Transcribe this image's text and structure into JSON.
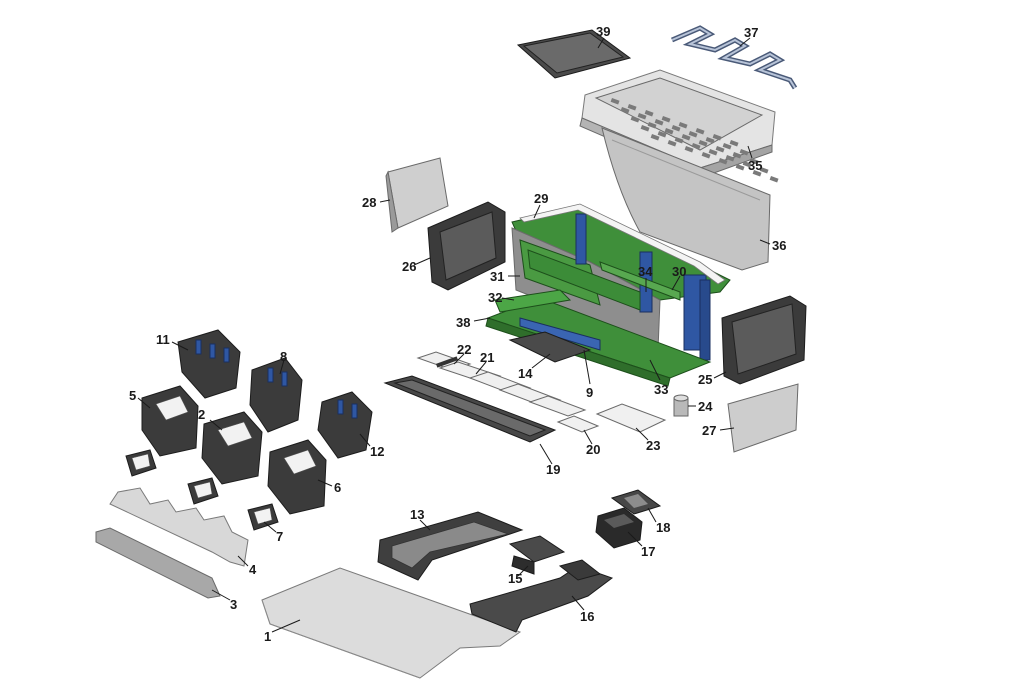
{
  "callouts": [
    {
      "id": "1",
      "text": "1"
    },
    {
      "id": "2",
      "text": "2"
    },
    {
      "id": "3",
      "text": "3"
    },
    {
      "id": "4",
      "text": "4"
    },
    {
      "id": "5",
      "text": "5"
    },
    {
      "id": "6",
      "text": "6"
    },
    {
      "id": "7",
      "text": "7"
    },
    {
      "id": "8",
      "text": "8"
    },
    {
      "id": "9",
      "text": "9"
    },
    {
      "id": "11",
      "text": "11"
    },
    {
      "id": "12",
      "text": "12"
    },
    {
      "id": "13",
      "text": "13"
    },
    {
      "id": "14",
      "text": "14"
    },
    {
      "id": "15",
      "text": "15"
    },
    {
      "id": "16",
      "text": "16"
    },
    {
      "id": "17",
      "text": "17"
    },
    {
      "id": "18",
      "text": "18"
    },
    {
      "id": "19",
      "text": "19"
    },
    {
      "id": "20",
      "text": "20"
    },
    {
      "id": "21",
      "text": "21"
    },
    {
      "id": "22",
      "text": "22"
    },
    {
      "id": "23",
      "text": "23"
    },
    {
      "id": "24",
      "text": "24"
    },
    {
      "id": "25",
      "text": "25"
    },
    {
      "id": "26",
      "text": "26"
    },
    {
      "id": "27",
      "text": "27"
    },
    {
      "id": "28",
      "text": "28"
    },
    {
      "id": "29",
      "text": "29"
    },
    {
      "id": "30",
      "text": "30"
    },
    {
      "id": "31",
      "text": "31"
    },
    {
      "id": "32",
      "text": "32"
    },
    {
      "id": "33",
      "text": "33"
    },
    {
      "id": "34",
      "text": "34"
    },
    {
      "id": "35",
      "text": "35"
    },
    {
      "id": "36",
      "text": "36"
    },
    {
      "id": "37",
      "text": "37"
    },
    {
      "id": "38",
      "text": "38"
    },
    {
      "id": "39",
      "text": "39"
    }
  ],
  "colors": {
    "background": "#ffffff",
    "part_grey": "#c8c8c8",
    "part_dark": "#3b3b3b",
    "frame_green": "#3f8f3a",
    "frame_blue": "#2f57a3",
    "label": "#1a1a1a"
  }
}
